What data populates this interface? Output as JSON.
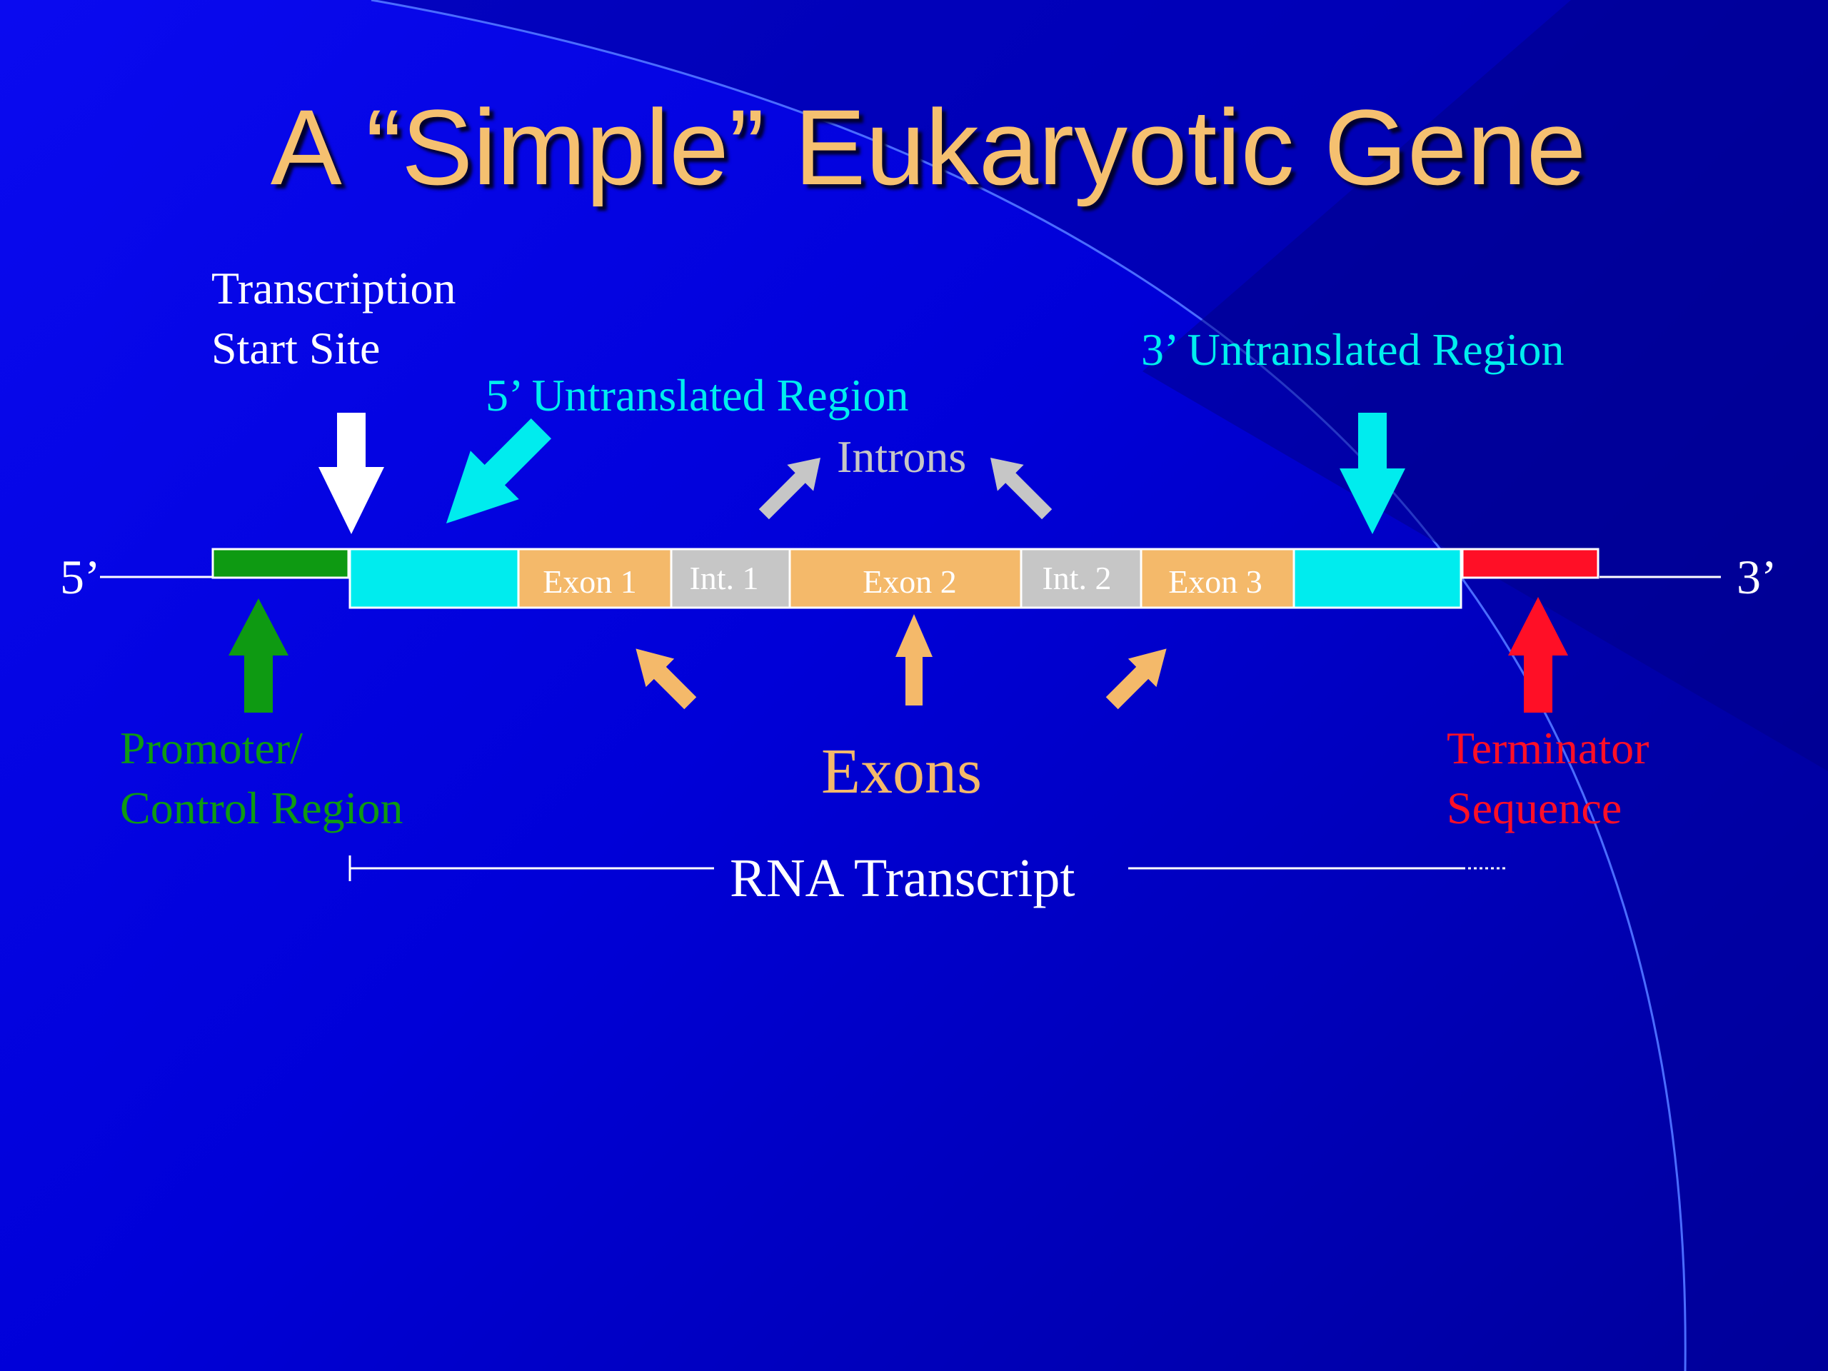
{
  "slide": {
    "title": "A “Simple” Eukaryotic Gene"
  },
  "labels": {
    "tss_line1": "Transcription",
    "tss_line2": "Start Site",
    "utr5": "5’ Untranslated Region",
    "utr3": "3’ Untranslated Region",
    "introns": "Introns",
    "exons": "Exons",
    "end5": "5’",
    "end3": "3’",
    "promoter_line1": "Promoter/",
    "promoter_line2": "Control Region",
    "terminator_line1": "Terminator",
    "terminator_line2": "Sequence",
    "rna": "RNA Transcript"
  },
  "segments": [
    {
      "name": "promoter",
      "label": "",
      "color": "#0e9a12"
    },
    {
      "name": "utr5",
      "label": "",
      "color": "#00ecee"
    },
    {
      "name": "exon1",
      "label": "Exon 1",
      "color": "#f4b96a"
    },
    {
      "name": "int1",
      "label": "Int. 1",
      "color": "#c6c6c6"
    },
    {
      "name": "exon2",
      "label": "Exon 2",
      "color": "#f4b96a"
    },
    {
      "name": "int2",
      "label": "Int. 2",
      "color": "#c6c6c6"
    },
    {
      "name": "exon3",
      "label": "Exon 3",
      "color": "#f4b96a"
    },
    {
      "name": "utr3",
      "label": "",
      "color": "#00ecee"
    },
    {
      "name": "terminator",
      "label": "",
      "color": "#ff0f26"
    }
  ],
  "colors": {
    "title": "#f5c070",
    "utr": "#00eeee",
    "promoter": "#0e9a12",
    "terminator": "#ff0f26",
    "exon": "#f4b96a",
    "intron": "#c6c6c6",
    "text": "#ffffff"
  }
}
